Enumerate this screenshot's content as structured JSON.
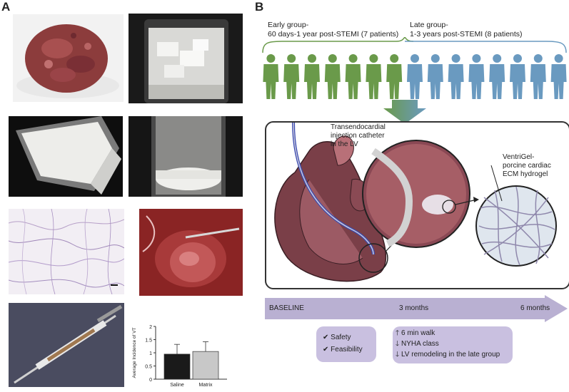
{
  "panels": {
    "a": "A",
    "b": "B"
  },
  "groups": {
    "early_line1": "Early group-",
    "early_line2": "60 days-1 year post-STEMI (7 patients)",
    "late_line1": "Late group-",
    "late_line2": "1-3 years post-STEMI (8 patients)",
    "early_count": 7,
    "late_count": 8,
    "early_color": "#6a9a4a",
    "late_color": "#6a9ac0"
  },
  "diagram": {
    "catheter_line1": "Transendocardial",
    "catheter_line2": "injection catheter",
    "catheter_line3": "in the LV",
    "gel_line1": "VentriGel-",
    "gel_line2": "porcine cardiac",
    "gel_line3": "ECM hydrogel"
  },
  "timeline": {
    "baseline": "BASELINE",
    "mid": "3 months",
    "end": "6 months",
    "color": "#b9b0d2"
  },
  "outcomes": {
    "left": [
      "Safety",
      "Feasibility"
    ],
    "right": [
      "6 min walk",
      "NYHA class",
      "LV remodeling in the late group"
    ],
    "right_arrows": [
      "up",
      "down",
      "down"
    ],
    "color": "#c9c0e0"
  },
  "chart_data": {
    "type": "bar",
    "categories": [
      "Saline",
      "Matrix"
    ],
    "values": [
      0.95,
      1.05
    ],
    "errors": [
      0.37,
      0.37
    ],
    "colors": [
      "#1a1a1a",
      "#c8c8c8"
    ],
    "ylabel": "Average Incidence of VT",
    "ylim": [
      0,
      2
    ],
    "yticks": [
      "0",
      "0.5",
      "1",
      "1.5",
      "2"
    ]
  }
}
